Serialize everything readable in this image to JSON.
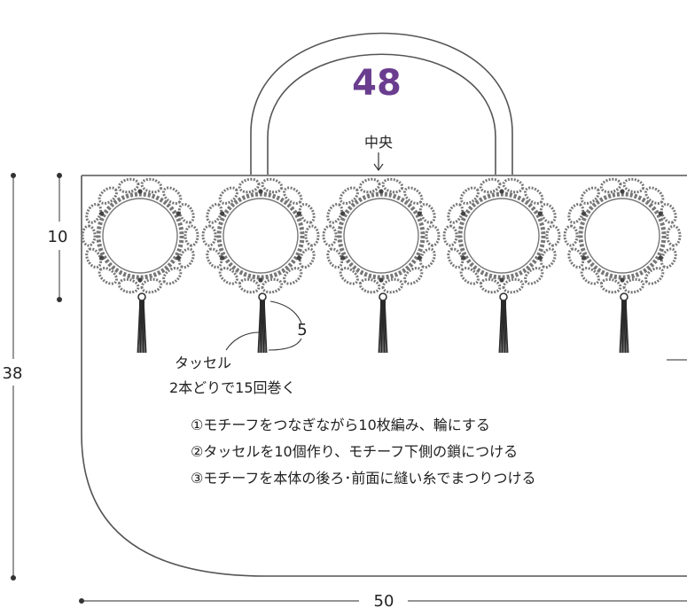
{
  "pattern_number": "48",
  "center_label": "中央",
  "dimensions": {
    "motif_height": "10",
    "bag_height": "38",
    "bag_width": "50",
    "tassel_length": "5"
  },
  "tassel_note": {
    "title": "タッセル",
    "detail": "2本どりで15回巻く"
  },
  "instructions": [
    "①モチーフをつなぎながら10枚編み、輪にする",
    "②タッセルを10個作り、モチーフ下側の鎖につける",
    "③モチーフを本体の後ろ･前面に縫い糸でまつりつける"
  ],
  "motif_count_visible": 5,
  "colors": {
    "title": "#6a3d8f",
    "line": "#555555",
    "motif": "#777777",
    "bead": "#444444",
    "tassel": "#2a2a2a"
  }
}
